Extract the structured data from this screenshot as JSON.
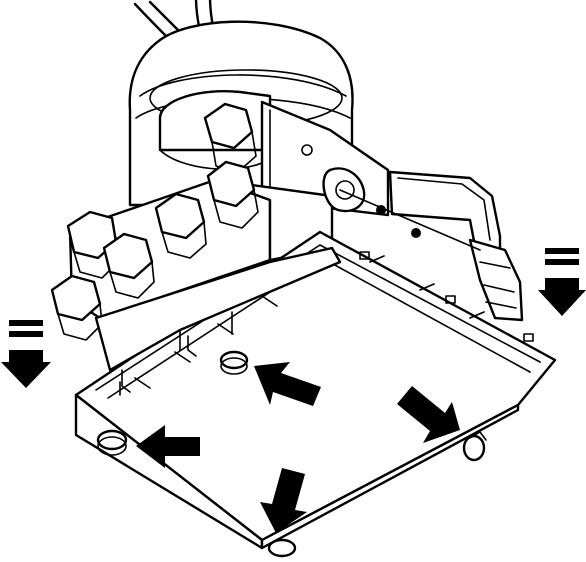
{
  "diagram": {
    "subject": "abs-modulator-assembly",
    "colors": {
      "line": "#000000",
      "background": "#ffffff",
      "arrow_fill": "#000000"
    },
    "callouts": [
      {
        "name": "callout-arrow-mount-front-left",
        "icon": "block-arrow-left"
      },
      {
        "name": "callout-arrow-mount-center",
        "icon": "block-arrow-up-left"
      },
      {
        "name": "callout-arrow-mount-front-bottom",
        "icon": "block-arrow-down"
      },
      {
        "name": "callout-arrow-mount-right",
        "icon": "block-arrow-down-right"
      }
    ],
    "motion_indicators": [
      {
        "name": "removal-direction-left",
        "icon": "bars-down-arrow"
      },
      {
        "name": "removal-direction-right",
        "icon": "bars-down-arrow"
      }
    ]
  }
}
